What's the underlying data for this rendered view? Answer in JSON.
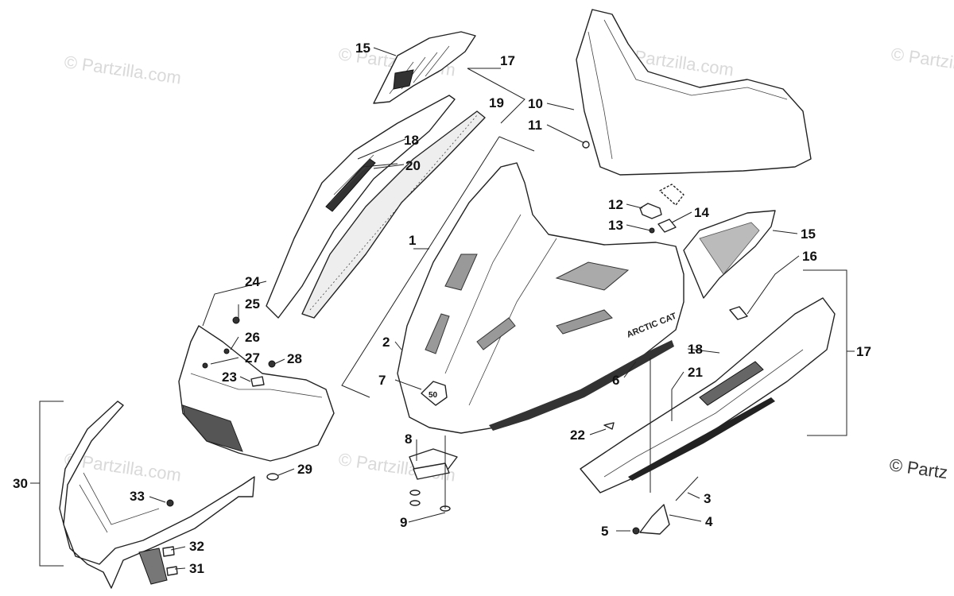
{
  "watermarks": [
    "© Partzilla.com",
    "© Partzilla.com",
    "© Partzilla.com",
    "© Partzilla.com",
    "© Partzilla.com",
    "© Partzilla.com",
    "© Partz"
  ],
  "callouts": {
    "c1": "1",
    "c2": "2",
    "c3": "3",
    "c4": "4",
    "c5": "5",
    "c6": "6",
    "c7": "7",
    "c8": "8",
    "c9": "9",
    "c10": "10",
    "c11": "11",
    "c12": "12",
    "c13": "13",
    "c14": "14",
    "c15a": "15",
    "c15b": "15",
    "c16": "16",
    "c17a": "17",
    "c17b": "17",
    "c18a": "18",
    "c18b": "18",
    "c19": "19",
    "c20": "20",
    "c21": "21",
    "c22": "22",
    "c23": "23",
    "c24": "24",
    "c25": "25",
    "c26": "26",
    "c27": "27",
    "c28": "28",
    "c29": "29",
    "c30": "30",
    "c31": "31",
    "c32": "32",
    "c33": "33"
  },
  "decals": {
    "hood_brand": "ARCTIC CAT",
    "badge": "50"
  }
}
